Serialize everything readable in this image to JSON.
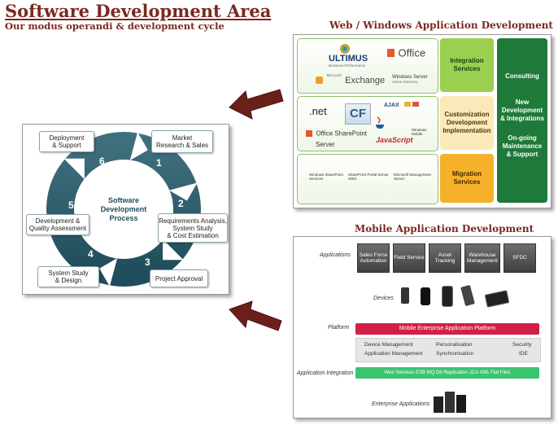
{
  "header": {
    "title": "Software Development Area",
    "subtitle": "Our modus operandi & development cycle"
  },
  "cycle": {
    "center_line1": "Software",
    "center_line2": "Development",
    "center_line3": "Process",
    "steps": [
      {
        "num": "1",
        "line1": "Market",
        "line2": "Research & Sales"
      },
      {
        "num": "2",
        "line1": "Requirements Analysis,",
        "line2": "System Study",
        "line3": "& Cost Estimation"
      },
      {
        "num": "3",
        "line1": "Project Approval"
      },
      {
        "num": "4",
        "line1": "System Study",
        "line2": "& Design"
      },
      {
        "num": "5",
        "line1": "Development &",
        "line2": "Quality Assessment"
      },
      {
        "num": "6",
        "line1": "Deployment",
        "line2": "& Support"
      }
    ]
  },
  "web": {
    "title": "Web / Windows Application Development",
    "logos": {
      "ultimus": "ULTIMUS",
      "ultimus_sub": "Business Performance",
      "office": "Office",
      "ms_small": "Microsoft",
      "exchange": "Exchange",
      "winserver": "Windows Server",
      "winserver_sub": "Active Directory",
      "net": ".net",
      "cf": "CF",
      "ajax": "AJAX",
      "sharepoint": "Office SharePoint",
      "sharepoint2": "Server",
      "javascript": "JavaScript",
      "winmobile": "Windows Mobile",
      "wss": "Windows SharePoint Services",
      "spps": "SharePoint Portal Server 2003",
      "mss": "Microsoft Management Server"
    },
    "services": {
      "integration": "Integration Services",
      "customization1": "Customization",
      "customization2": "Development",
      "customization3": "Implementation",
      "migration": "Migration Services"
    },
    "right": {
      "consulting": "Consulting",
      "newdev1": "New Development",
      "newdev2": "& Integrations",
      "ongoing1": "On-going",
      "ongoing2": "Maintenance",
      "ongoing3": "& Support"
    },
    "colors": {
      "integration": "#9bcf4f",
      "customization": "#fbe9b9",
      "migration": "#f6b12a",
      "right": "#1f7a3a"
    }
  },
  "mobile": {
    "title": "Mobile Application Development",
    "labels": {
      "applications": "Applications",
      "devices": "Devices",
      "platform": "Platform",
      "integration": "Application Integration",
      "enterprise": "Enterprise Applications"
    },
    "apps": [
      {
        "line1": "Sales Force",
        "line2": "Automation"
      },
      {
        "line1": "Field Service",
        "line2": ""
      },
      {
        "line1": "Asset",
        "line2": "Tracking"
      },
      {
        "line1": "Warehouse",
        "line2": "Management"
      },
      {
        "line1": "SFDC",
        "line2": ""
      }
    ],
    "platform_bar": "Mobile Enterprise Application Platform",
    "services": {
      "device_mgmt": "Device Management",
      "app_mgmt": "Application Management",
      "personalisation": "Personalisation",
      "sync": "Synchronisation",
      "security": "Security",
      "ide": "IDE"
    },
    "integration_bar": "Web Services  ESB  MQ  Db Replication  JCA  XML  Flat Files",
    "colors": {
      "platform": "#d21f45",
      "integration": "#3cc46e"
    }
  }
}
